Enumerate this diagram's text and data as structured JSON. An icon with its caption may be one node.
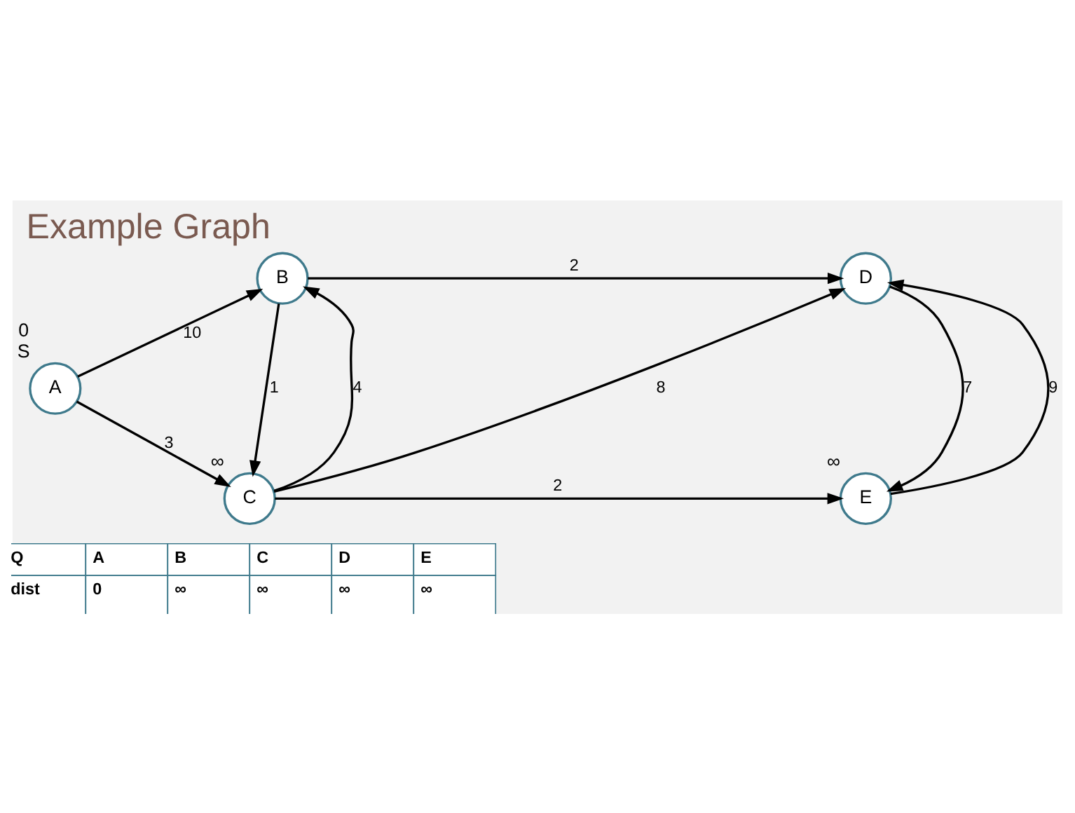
{
  "diagram": {
    "title": "Example Graph",
    "nodes": [
      {
        "text": [
          "A"
        ],
        "beside": [
          "0",
          "S"
        ]
      },
      {
        "text": [
          "B"
        ]
      },
      {
        "text": [
          "C"
        ],
        "beside": [
          "∞"
        ]
      },
      {
        "text": [
          "D"
        ]
      },
      {
        "text": [
          "E"
        ],
        "beside": [
          "∞"
        ]
      }
    ],
    "edges": [
      {
        "from": 0,
        "to": 1,
        "arrow": "to",
        "label": "10"
      },
      {
        "from": 0,
        "to": 2,
        "arrow": "to",
        "label": "3"
      },
      {
        "from": 1,
        "to": 3,
        "arrow": "to",
        "label": "2"
      },
      {
        "from": 1,
        "to": 2,
        "arrow": "to",
        "label": "1"
      },
      {
        "from": 2,
        "to": 1,
        "arrow": "to",
        "label": "4"
      },
      {
        "from": 2,
        "to": 3,
        "arrow": "to",
        "label": "8"
      },
      {
        "from": 2,
        "to": 4,
        "arrow": "to",
        "label": "2"
      },
      {
        "from": 3,
        "to": 4,
        "arrow": "to",
        "label": "7"
      },
      {
        "from": 4,
        "to": 3,
        "arrow": "to",
        "label": "9"
      }
    ],
    "labels": [
      "Q",
      "A",
      "B",
      "C",
      "D",
      "E",
      "dist",
      "0",
      "∞",
      "∞",
      "∞",
      "∞"
    ]
  }
}
